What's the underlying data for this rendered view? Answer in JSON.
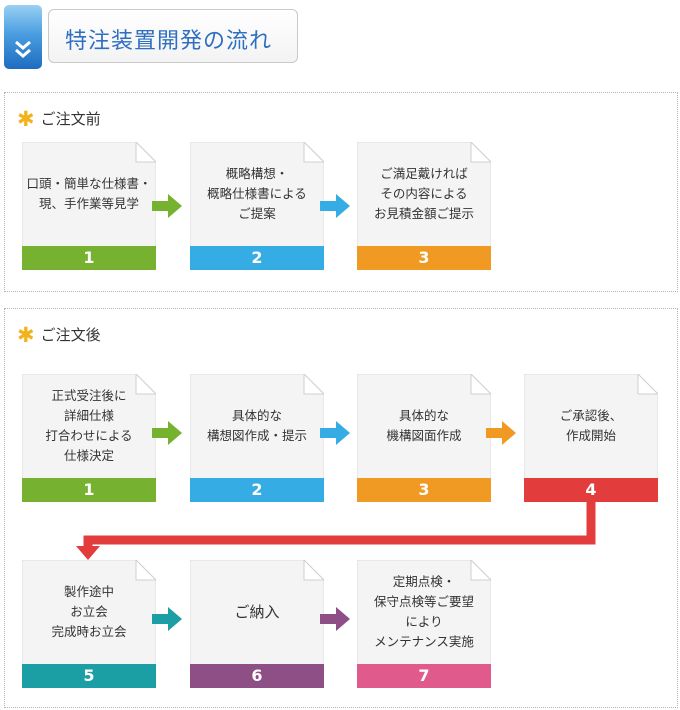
{
  "header": {
    "title": "特注装置開発の流れ"
  },
  "sections": {
    "before": {
      "label": "ご注文前",
      "steps": [
        {
          "num": "1",
          "lines": [
            "口頭・簡単な仕様書・",
            "現、手作業等見学"
          ]
        },
        {
          "num": "2",
          "lines": [
            "概略構想・",
            "概略仕様書による",
            "ご提案"
          ]
        },
        {
          "num": "3",
          "lines": [
            "ご満足戴ければ",
            "その内容による",
            "お見積金額ご提示"
          ]
        }
      ]
    },
    "after": {
      "label": "ご注文後",
      "steps": [
        {
          "num": "1",
          "lines": [
            "正式受注後に",
            "詳細仕様",
            "打合わせによる",
            "仕様決定"
          ]
        },
        {
          "num": "2",
          "lines": [
            "具体的な",
            "構想図作成・提示"
          ]
        },
        {
          "num": "3",
          "lines": [
            "具体的な",
            "機構図面作成"
          ]
        },
        {
          "num": "4",
          "lines": [
            "ご承認後、",
            "作成開始"
          ]
        },
        {
          "num": "5",
          "lines": [
            "製作途中",
            "お立会",
            "完成時お立会"
          ]
        },
        {
          "num": "6",
          "lines": [
            "ご納入"
          ]
        },
        {
          "num": "7",
          "lines": [
            "定期点検・",
            "保守点検等ご要望",
            "により",
            "メンテナンス実施"
          ]
        }
      ]
    }
  },
  "colors": {
    "green": "#76b230",
    "blue": "#35ace3",
    "orange": "#f09a23",
    "red": "#e23c3c",
    "teal": "#1c9ea5",
    "purple": "#8e4f86",
    "pink": "#e05b8c",
    "star": "#f2b21c",
    "title": "#2e6fc2"
  },
  "icons": {
    "header": "double-chevron-down-icon",
    "section": "asterisk-icon",
    "connector": "arrow-right-icon"
  }
}
